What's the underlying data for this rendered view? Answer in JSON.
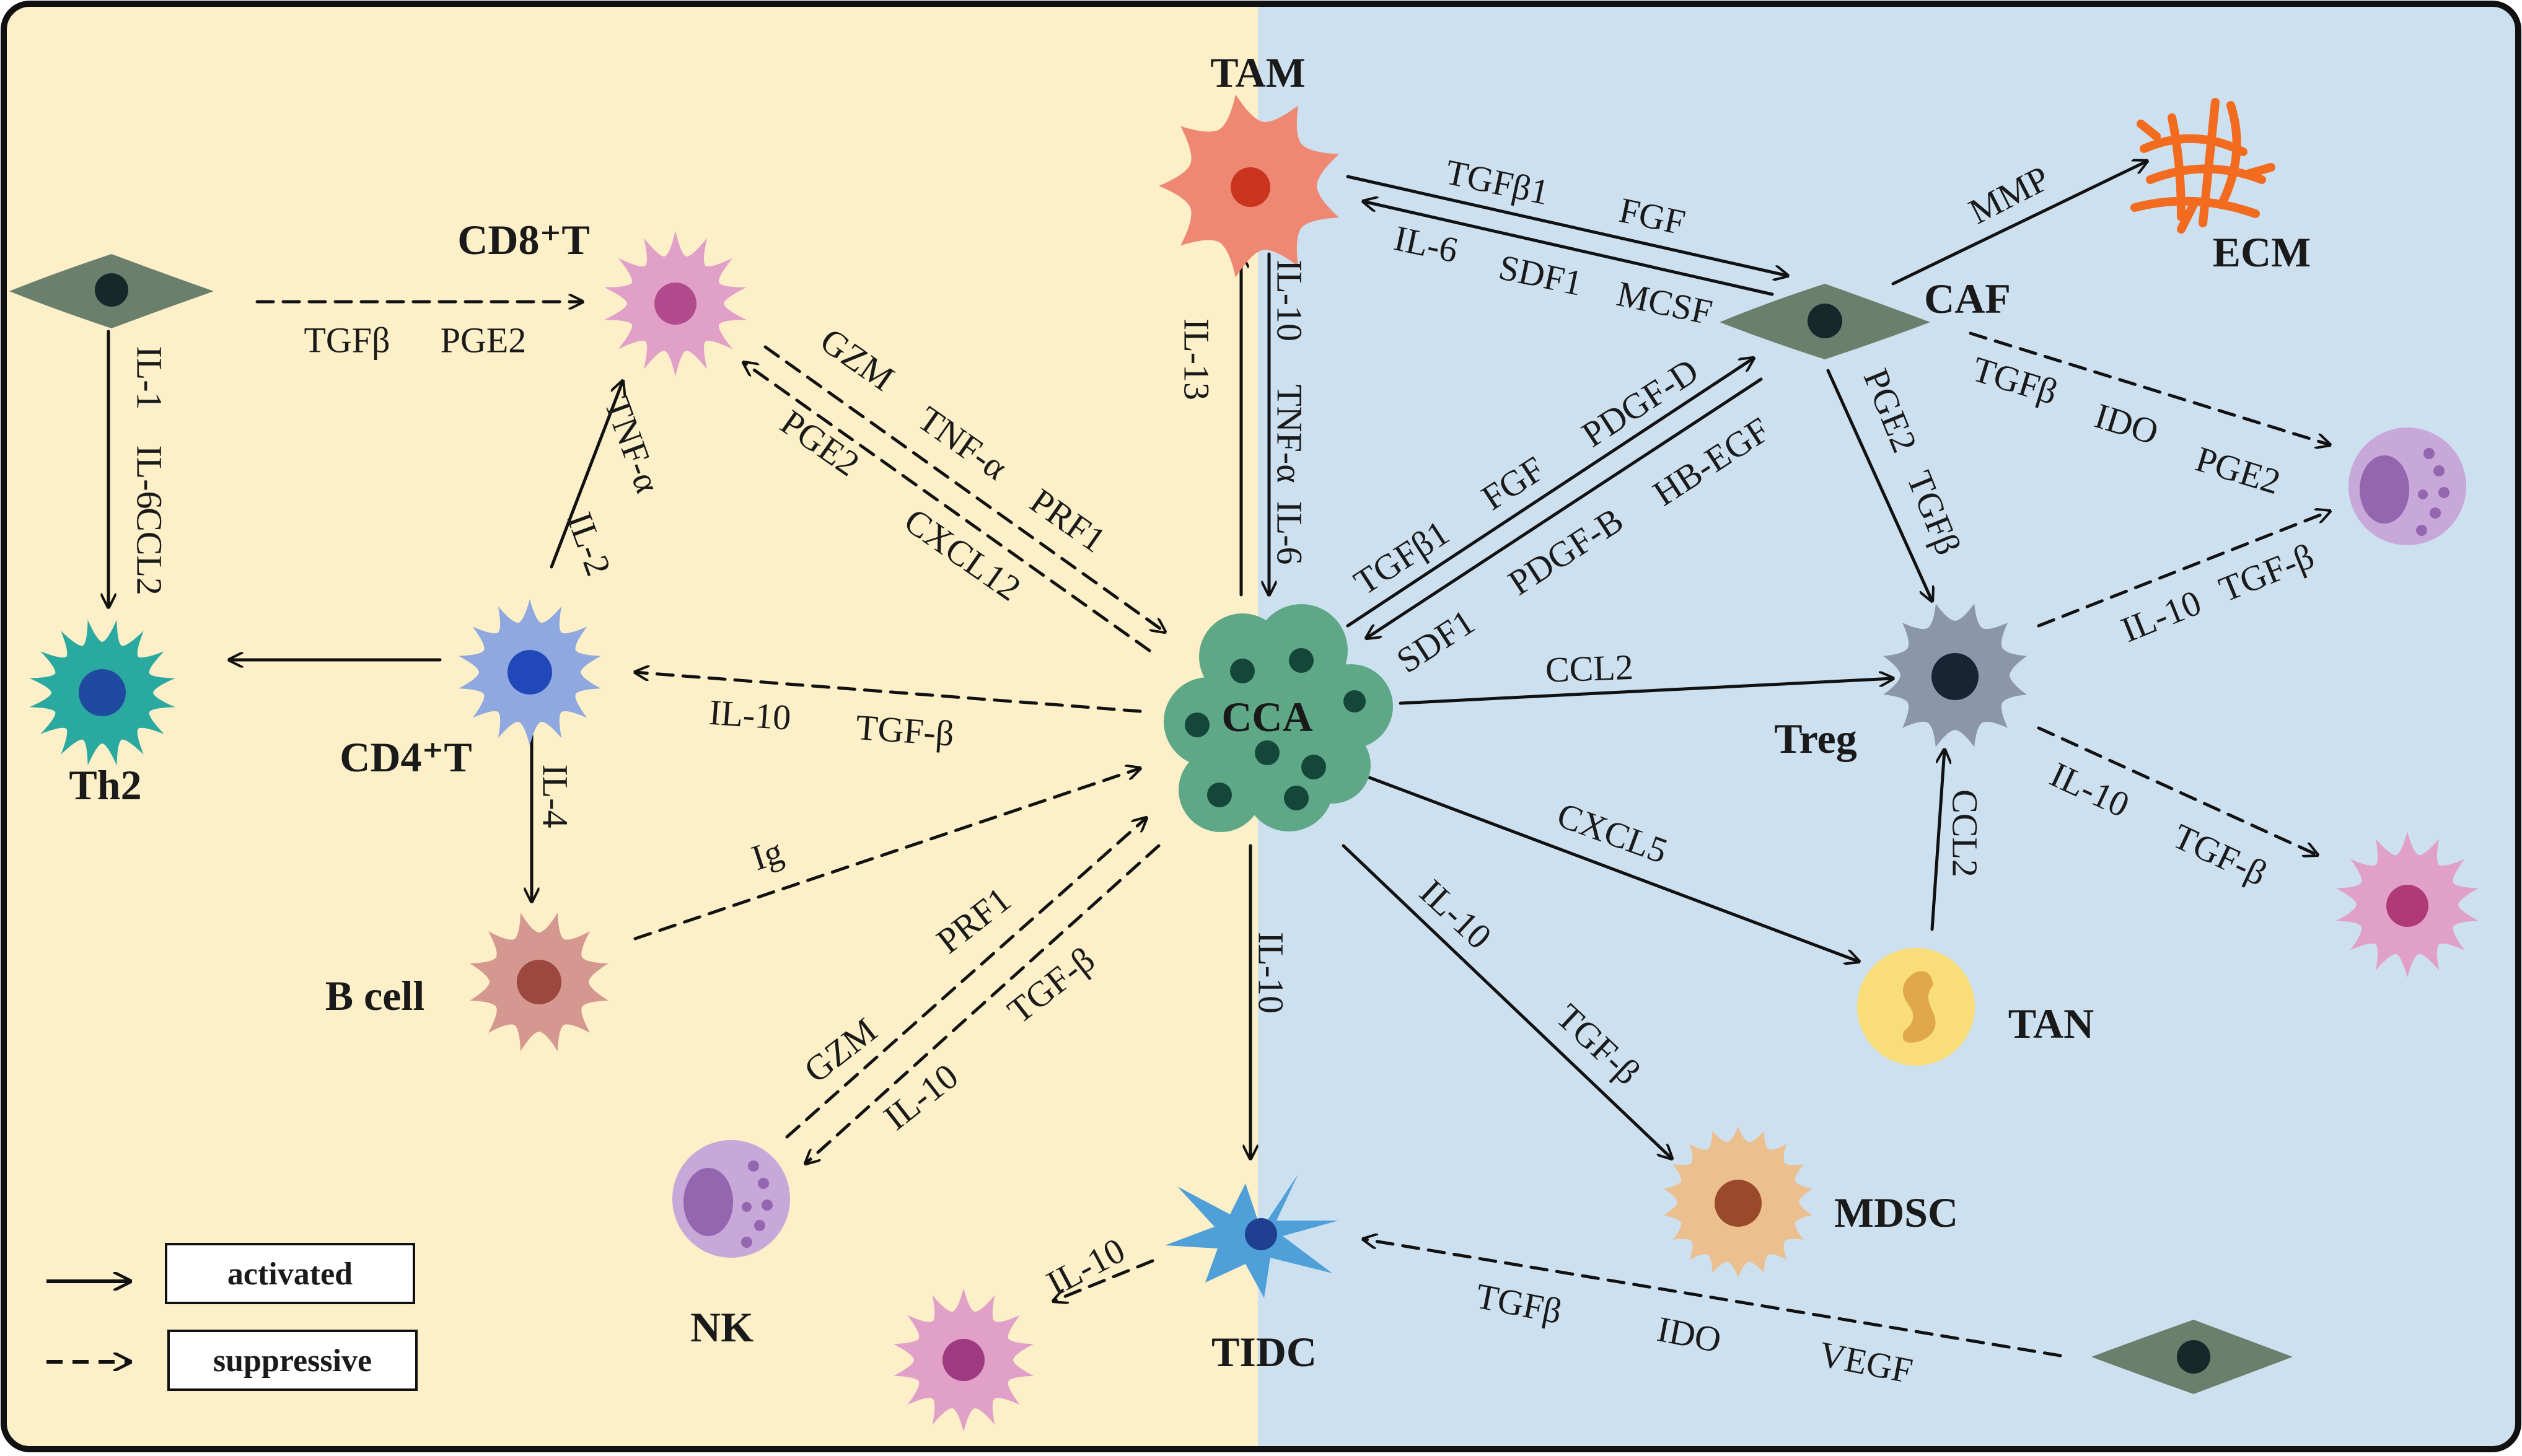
{
  "cells": {
    "tam": "TAM",
    "cd8": "CD8⁺T",
    "caf": "CAF",
    "ecm": "ECM",
    "th2": "Th2",
    "cd4": "CD4⁺T",
    "cca": "CCA",
    "treg": "Treg",
    "bcell": "B cell",
    "tan": "TAN",
    "nk": "NK",
    "tidc": "TIDC",
    "mdsc": "MDSC"
  },
  "labels": {
    "fib_cd8": [
      "TGFβ",
      "PGE2"
    ],
    "fib_th2": [
      "IL-1",
      "IL-6",
      "CCL2"
    ],
    "cd4_cd8": [
      "TNF-α",
      "IL-2"
    ],
    "cd4_bcell": [
      "IL-4"
    ],
    "cca_cd4": [
      "IL-10",
      "TGF-β"
    ],
    "cca_cd8": [
      "PGE2",
      "CXCL12"
    ],
    "cd8_cca": [
      "GZM",
      "TNF-α",
      "PRF1"
    ],
    "bcell_cca": [
      "Ig"
    ],
    "nk_cca": [
      "GZM",
      "PRF1"
    ],
    "cca_nk": [
      "IL-10",
      "TGF-β"
    ],
    "cca_tam": [
      "IL-13"
    ],
    "tam_cca": [
      "IL-10",
      "TNF-α",
      "IL-6"
    ],
    "cca_tidc": [
      "IL-10"
    ],
    "tidc_out": [
      "IL-10"
    ],
    "tam_caf": [
      "TGFβ1",
      "FGF"
    ],
    "caf_tam": [
      "IL-6",
      "SDF1",
      "MCSF"
    ],
    "cca_caf": [
      "TGFβ1",
      "FGF",
      "PDGF-D"
    ],
    "caf_cca": [
      "SDF1",
      "PDGF-B",
      "HB-EGF"
    ],
    "caf_ecm": [
      "MMP"
    ],
    "caf_treg": [
      "PGE2",
      "TGFβ"
    ],
    "caf_mono": [
      "TGFβ",
      "IDO",
      "PGE2"
    ],
    "treg_mono": [
      "IL-10",
      "TGF-β"
    ],
    "treg_pink": [
      "IL-10",
      "TGF-β"
    ],
    "cca_treg": [
      "CCL2"
    ],
    "cca_tan": [
      "CXCL5"
    ],
    "tan_treg": [
      "CCL2"
    ],
    "cca_mdsc": [
      "IL-10",
      "TGF-β"
    ],
    "fib_tidc": [
      "TGFβ",
      "IDO",
      "VEGF"
    ]
  },
  "legend": {
    "activated": "activated",
    "suppressive": "suppressive"
  },
  "colors": {
    "left_bg": "#fdf0c8",
    "right_bg": "#cde0f0",
    "fibroblast": "#6b7f6d",
    "cd8": "#e0a0c8",
    "th2": "#2aa9a0",
    "cd4": "#8fa8e0",
    "bcell": "#d49890",
    "cca": "#5fa887",
    "tam": "#ee8872",
    "caf": "#6b7f6d",
    "ecm": "#f26b1f",
    "treg": "#8b96a8",
    "tan": "#f8dd78",
    "mdsc": "#ebbf8e",
    "nk": "#c8a8d8",
    "tidc": "#4f9fd8"
  }
}
